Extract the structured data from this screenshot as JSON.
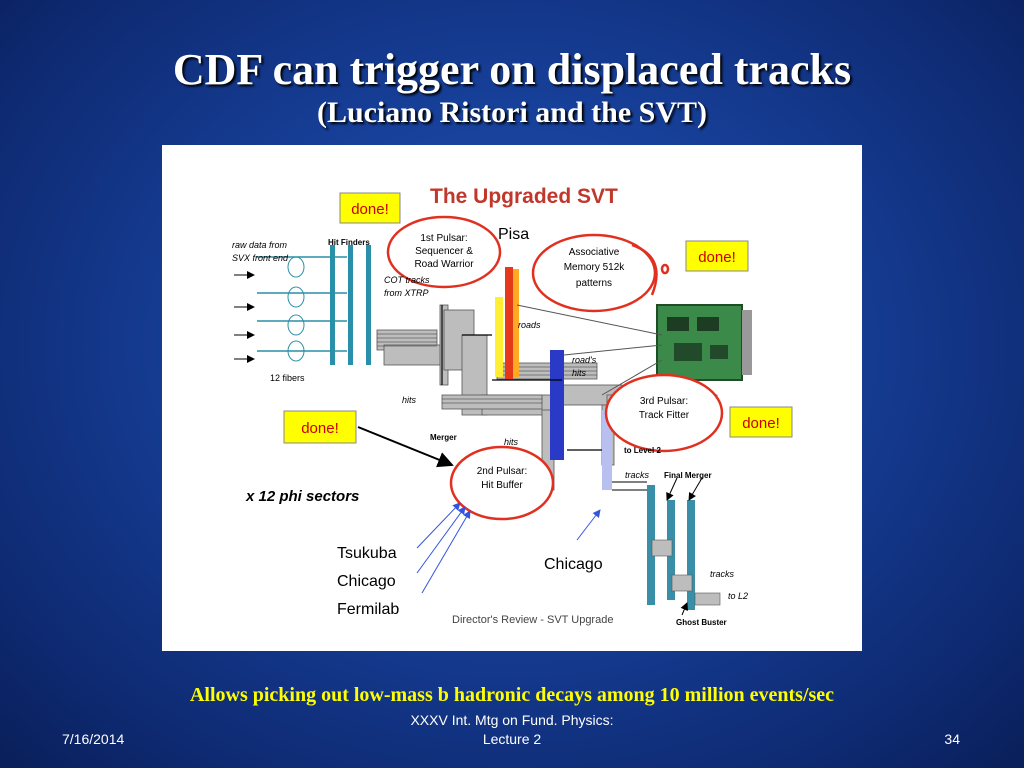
{
  "slide": {
    "title": "CDF can trigger on displaced tracks",
    "subtitle": "(Luciano Ristori and the SVT)",
    "caption": "Allows picking out low-mass b hadronic decays among 10 million events/sec",
    "footer_date": "7/16/2014",
    "footer_center_line1": "XXXV Int. Mtg on Fund. Physics:",
    "footer_center_line2": "Lecture 2",
    "page_number": "34"
  },
  "figure": {
    "title": "The Upgraded SVT",
    "done_label": "done!",
    "pisa": "Pisa",
    "pulser1_line1": "1st Pulsar:",
    "pulser1_line2": "Sequencer &",
    "pulser1_line3": "Road Warrior",
    "am_line1": "Associative",
    "am_line2": "Memory 512k",
    "am_line3": "patterns",
    "pulser3_line1": "3rd Pulsar:",
    "pulser3_line2": "Track Fitter",
    "pulser2_line1": "2nd Pulsar:",
    "pulser2_line2": "Hit Buffer",
    "raw_data_line1": "raw data from",
    "raw_data_line2": "SVX front end",
    "hit_finders": "Hit Finders",
    "cot_line1": "COT tracks",
    "cot_line2": "from XTRP",
    "fibers": "12 fibers",
    "roads": "roads",
    "road_hits_line1": "road's",
    "road_hits_line2": "hits",
    "hits1": "hits",
    "hits2": "hits",
    "merger": "Merger",
    "to_level2": "to Level 2",
    "tracks": "tracks",
    "final_merger": "Final  Merger",
    "tracks_l2_line1": "tracks",
    "tracks_l2_line2": "to L2",
    "ghost_buster": "Ghost Buster",
    "phi_sectors": "x 12 phi sectors",
    "tsukuba": "Tsukuba",
    "chicago1": "Chicago",
    "fermilab": "Fermilab",
    "chicago2": "Chicago",
    "directors_review": "Director's Review - SVT Upgrade",
    "colors": {
      "done_box": "#ffff00",
      "done_text": "#cc0000",
      "circle": "#e03020",
      "arrow_blue": "#3355dd"
    }
  }
}
